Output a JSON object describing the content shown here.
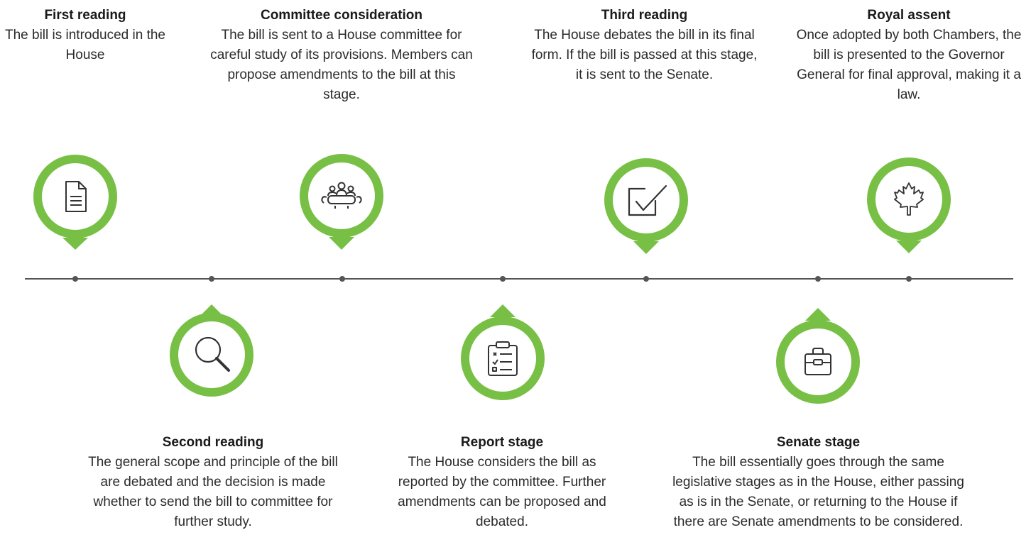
{
  "colors": {
    "accent": "#77c045",
    "line": "#555555",
    "text": "#2a2a2a",
    "icon_stroke": "#333333"
  },
  "stages": [
    {
      "key": "first",
      "title": "First reading",
      "desc": "The bill is introduced in the House",
      "position": "above",
      "icon": "document-icon"
    },
    {
      "key": "second",
      "title": "Second reading",
      "desc": "The general scope and principle of the bill are debated and the decision is made whether to send the bill to committee for further study.",
      "position": "below",
      "icon": "magnifier-icon"
    },
    {
      "key": "committee",
      "title": "Committee consideration",
      "desc": "The bill is sent to a House committee for careful study of its provisions. Members can propose amendments to the bill at this stage.",
      "position": "above",
      "icon": "meeting-table-icon"
    },
    {
      "key": "report",
      "title": "Report stage",
      "desc": "The House considers the bill as reported by the committee. Further amendments can be proposed and debated.",
      "position": "below",
      "icon": "clipboard-checklist-icon"
    },
    {
      "key": "third",
      "title": "Third reading",
      "desc": "The House debates the bill in its final form. If the bill is passed at this stage, it is sent to the Senate.",
      "position": "above",
      "icon": "checkbox-icon"
    },
    {
      "key": "senate",
      "title": "Senate stage",
      "desc": "The bill essentially goes through the same legislative stages as in the House, either passing as is in the Senate, or returning to the House if there are Senate amendments to be considered.",
      "position": "below",
      "icon": "briefcase-icon"
    },
    {
      "key": "royal",
      "title": "Royal assent",
      "desc": "Once adopted by both Chambers, the bill is presented to the Governor General for final approval, making it a law.",
      "position": "above",
      "icon": "maple-leaf-icon"
    }
  ]
}
